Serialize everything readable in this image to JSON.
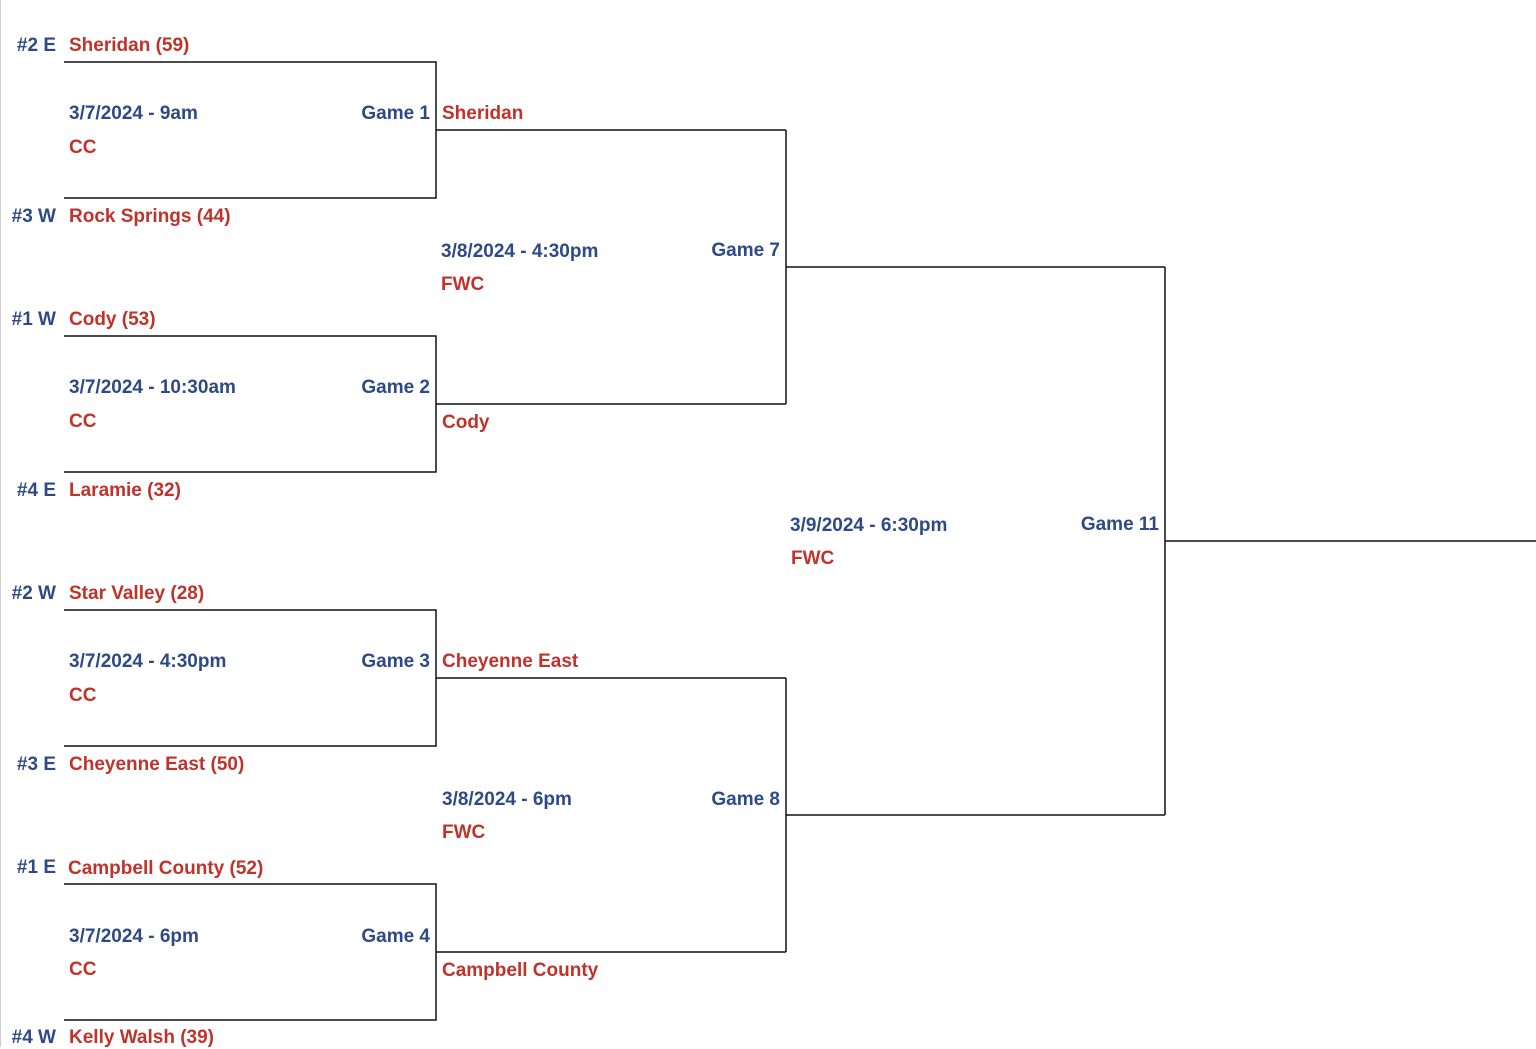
{
  "colors": {
    "blue_text": "#2e4a86",
    "red_text": "#c0332b",
    "line": "#111111"
  },
  "round1": [
    {
      "game": "Game 1",
      "date": "3/7/2024 - 9am",
      "venue": "CC",
      "top_seed": "#2 E",
      "top_team": "Sheridan (59)",
      "bottom_seed": "#3 W",
      "bottom_team": "Rock Springs (44)",
      "winner": "Sheridan"
    },
    {
      "game": "Game 2",
      "date": "3/7/2024 - 10:30am",
      "venue": "CC",
      "top_seed": "#1 W",
      "top_team": "Cody (53)",
      "bottom_seed": "#4 E",
      "bottom_team": "Laramie (32)",
      "winner": "Cody"
    },
    {
      "game": "Game 3",
      "date": "3/7/2024 - 4:30pm",
      "venue": "CC",
      "top_seed": "#2 W",
      "top_team": "Star Valley (28)",
      "bottom_seed": "#3 E",
      "bottom_team": "Cheyenne East (50)",
      "winner": "Cheyenne East"
    },
    {
      "game": "Game 4",
      "date": "3/7/2024 - 6pm",
      "venue": "CC",
      "top_seed": "#1 E",
      "top_team": "Campbell County (52)",
      "bottom_seed": "#4 W",
      "bottom_team": "Kelly Walsh (39)",
      "winner": "Campbell County"
    }
  ],
  "semifinals": [
    {
      "game": "Game 7",
      "date": "3/8/2024 - 4:30pm",
      "venue": "FWC"
    },
    {
      "game": "Game 8",
      "date": "3/8/2024 - 6pm",
      "venue": "FWC"
    }
  ],
  "final": {
    "game": "Game 11",
    "date": "3/9/2024 - 6:30pm",
    "venue": "FWC"
  }
}
